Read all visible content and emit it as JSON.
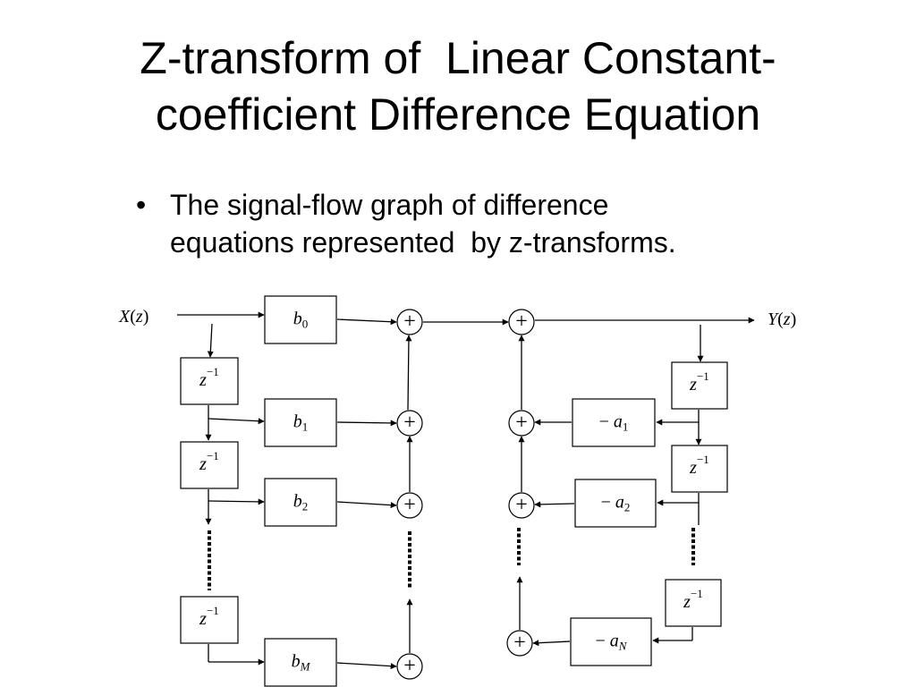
{
  "slide": {
    "title_lines": [
      "Z-transform of  Linear Constant-",
      "coefficient Difference Equation"
    ],
    "bullet_marker": "•",
    "bullet_lines": [
      "The signal-flow graph of difference",
      "equations represented  by z-transforms."
    ]
  },
  "diagram": {
    "input_label": {
      "base": "X",
      "arg": "z"
    },
    "output_label": {
      "base": "Y",
      "arg": "z"
    },
    "adder_symbol": "+",
    "delay_label": {
      "base": "z",
      "sup": "−1"
    },
    "feedforward_gains": [
      {
        "prefix": "",
        "base": "b",
        "sub": "0"
      },
      {
        "prefix": "",
        "base": "b",
        "sub": "1"
      },
      {
        "prefix": "",
        "base": "b",
        "sub": "2"
      },
      {
        "prefix": "",
        "base": "b",
        "sub": "M"
      }
    ],
    "feedback_gains": [
      {
        "prefix": "− ",
        "base": "a",
        "sub": "1"
      },
      {
        "prefix": "− ",
        "base": "a",
        "sub": "2"
      },
      {
        "prefix": "− ",
        "base": "a",
        "sub": "N"
      }
    ],
    "stroke_color": "#000000"
  }
}
